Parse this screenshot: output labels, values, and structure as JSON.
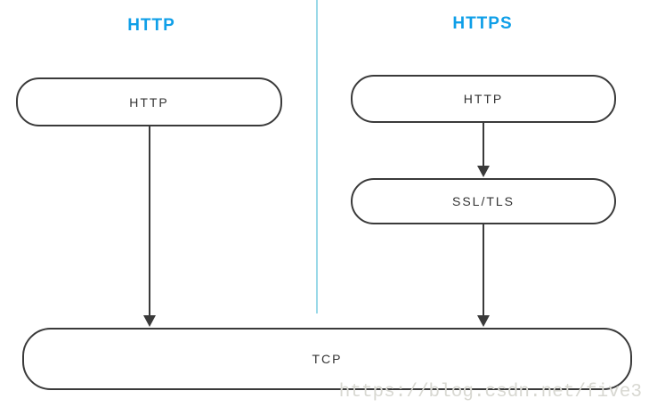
{
  "diagram": {
    "type": "protocol-stack-comparison",
    "left_column": {
      "title": "HTTP",
      "http_box_label": "HTTP"
    },
    "right_column": {
      "title": "HTTPS",
      "http_box_label": "HTTP",
      "ssl_box_label": "SSL/TLS"
    },
    "shared": {
      "tcp_box_label": "TCP"
    },
    "arrows": [
      {
        "column": "left",
        "from": "HTTP",
        "to": "TCP"
      },
      {
        "column": "right",
        "from": "HTTP",
        "to": "SSL/TLS"
      },
      {
        "column": "right",
        "from": "SSL/TLS",
        "to": "TCP"
      }
    ],
    "watermark": "https://blog.csdn.net/five3",
    "colors": {
      "accent_blue": "#0f9fe8",
      "divider_blue": "#9ad9e8",
      "box_border": "#3a3a3a",
      "box_text": "#333333",
      "watermark_gray": "#d8d8d2",
      "background": "#ffffff"
    }
  }
}
